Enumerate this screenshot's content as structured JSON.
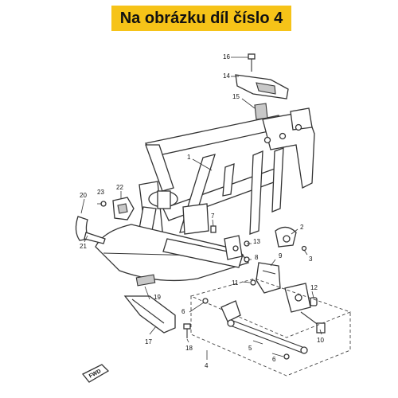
{
  "banner": {
    "text": "Na obrázku díl číslo 4",
    "color": "#f6c318"
  },
  "fwd_label": "FWD",
  "callouts": [
    {
      "n": "16"
    },
    {
      "n": "14"
    },
    {
      "n": "15"
    },
    {
      "n": "1"
    },
    {
      "n": "22"
    },
    {
      "n": "23"
    },
    {
      "n": "20"
    },
    {
      "n": "21"
    },
    {
      "n": "7"
    },
    {
      "n": "13"
    },
    {
      "n": "8"
    },
    {
      "n": "2"
    },
    {
      "n": "3"
    },
    {
      "n": "9"
    },
    {
      "n": "11"
    },
    {
      "n": "12"
    },
    {
      "n": "19"
    },
    {
      "n": "6"
    },
    {
      "n": "10"
    },
    {
      "n": "17"
    },
    {
      "n": "18"
    },
    {
      "n": "4"
    },
    {
      "n": "5"
    },
    {
      "n": "6"
    }
  ]
}
